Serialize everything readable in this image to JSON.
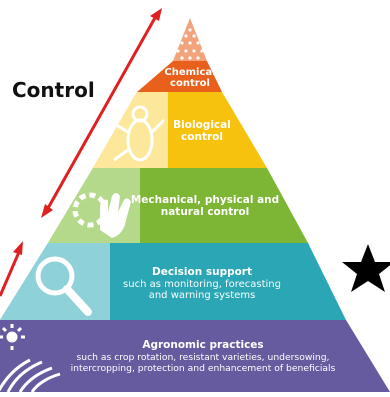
{
  "side_label": "Control",
  "levels": [
    {
      "id": "chemical",
      "title_lines": [
        "Chemical",
        "control"
      ],
      "detail_lines": [],
      "color": "#E8601C",
      "icon": "dots-icon"
    },
    {
      "id": "biological",
      "title_lines": [
        "Biological",
        "control"
      ],
      "detail_lines": [],
      "color": "#F7C20E",
      "icon": "beneficial-insect-icon"
    },
    {
      "id": "mechanical",
      "title_lines": [
        "Mechanical, physical and",
        "natural control"
      ],
      "detail_lines": [],
      "color": "#7DB534",
      "icon": "glove-gear-icon"
    },
    {
      "id": "decision",
      "title_lines": [
        "Decision support"
      ],
      "detail_lines": [
        "such as monitoring, forecasting",
        "and warning systems"
      ],
      "color": "#2AA6B5",
      "icon": "magnifier-icon"
    },
    {
      "id": "agronomic",
      "title_lines": [
        "Agronomic practices"
      ],
      "detail_lines": [
        "such as crop rotation, resistant varieties, undersowing,",
        "intercropping, protection and enhancement of beneficials"
      ],
      "color": "#655B9E",
      "icon": "field-icon"
    }
  ],
  "arrow_color": "#E02020",
  "marker_icon": "star-icon"
}
